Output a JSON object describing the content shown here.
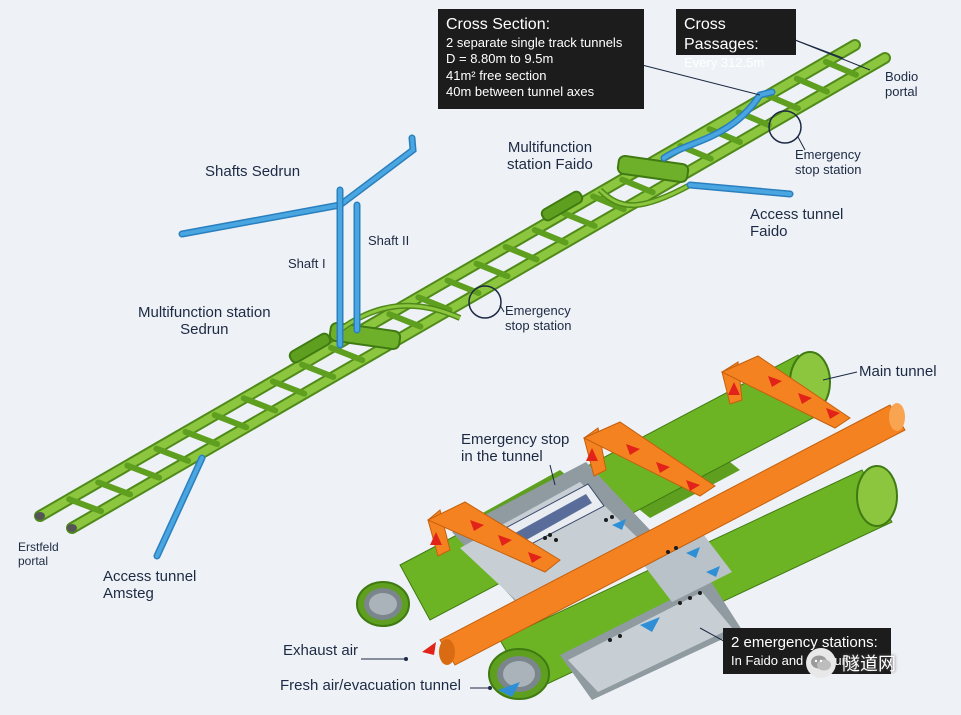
{
  "boxes": {
    "cross_section": {
      "title": "Cross Section:",
      "lines": [
        "2 separate single track tunnels",
        "D = 8.80m to 9.5m",
        "41m² free section",
        "40m between tunnel axes"
      ]
    },
    "cross_passages": {
      "title": "Cross Passages:",
      "lines": [
        "Every 312.5m"
      ]
    },
    "emergency_stations": {
      "title": "2 emergency stations:",
      "lines": [
        "In Faido and Sedrun"
      ]
    }
  },
  "labels": {
    "bodio_portal": [
      "Bodio",
      "portal"
    ],
    "multifunction_faido": [
      "Multifunction",
      "station Faido"
    ],
    "emergency_stop_station_upper": [
      "Emergency",
      "stop station"
    ],
    "access_tunnel_faido": [
      "Access tunnel",
      "Faido"
    ],
    "shafts_sedrun": "Shafts Sedrun",
    "shaft_two": "Shaft II",
    "shaft_one": "Shaft I",
    "multifunction_sedrun": [
      "Multifunction station",
      "Sedrun"
    ],
    "emergency_stop_station_lower": [
      "Emergency",
      "stop station"
    ],
    "erstfeld_portal": [
      "Erstfeld",
      "portal"
    ],
    "access_tunnel_amsteg": [
      "Access tunnel",
      "Amsteg"
    ],
    "main_tunnel": "Main tunnel",
    "emergency_stop_in_tunnel": [
      "Emergency stop",
      "in the tunnel"
    ],
    "exhaust_air": "Exhaust air",
    "fresh_air_evacuation": "Fresh air/evacuation tunnel"
  },
  "watermark": {
    "text": "隧道网",
    "icon": "wechat-icon"
  },
  "colors": {
    "tunnel_green": "#7cbf2a",
    "tunnel_green_dark": "#4f8a1a",
    "access_blue": "#3a9ad9",
    "exhaust_orange": "#f58220",
    "arrow_red": "#e2231a",
    "background": "#eef2f6",
    "box_bg": "#1c1c1c"
  }
}
